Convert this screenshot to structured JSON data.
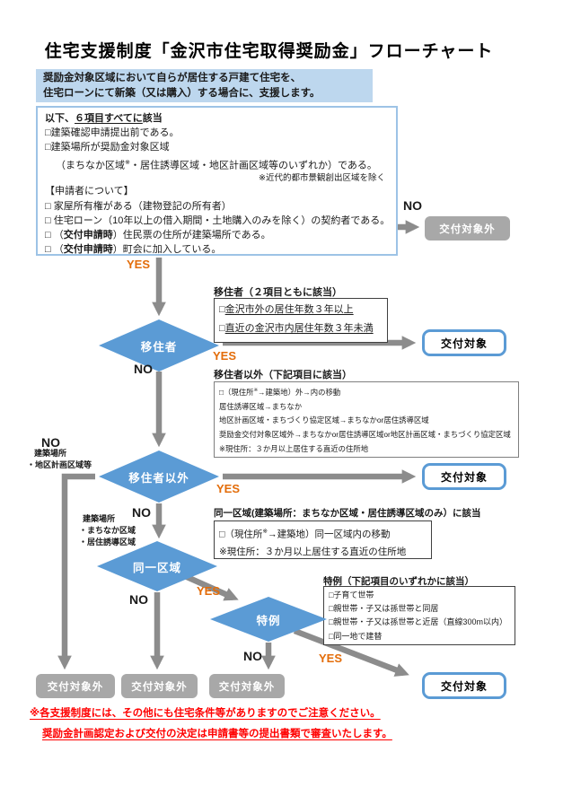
{
  "title": "住宅支援制度「金沢市住宅取得奨励金」フローチャート",
  "intro": {
    "line1": "奨励金対象区域において自らが居住する戸建て住宅を、",
    "line2": "住宅ローンにて新築（又は購入）する場合に、支援します。"
  },
  "checklist": {
    "heading": {
      "pre": "以下、",
      "underline": "６項目すべてに",
      "post": "該当"
    },
    "items": [
      "□建築確認申請提出前である。",
      "□建築場所が奨励金対象区域",
      "□ 家屋所有権がある（建物登記の所有者）",
      "□ 住宅ローン（10年以上の借入期間・土地購入のみを除く）の契約者である。"
    ],
    "item_sub": {
      "pre": "（まちなか区域",
      "sup": "※",
      "post": "・居住誘導区域・地区計画区域等のいずれか）である。"
    },
    "note": "※近代的都市景観創出区域を除く",
    "applicant_heading": "【申請者について】",
    "apply_items": [
      {
        "pre": "□ （",
        "bold": "交付申請時",
        "post": "）住民票の住所が建築場所である。"
      },
      {
        "pre": "□ （",
        "bold": "交付申請時",
        "post": "）町会に加入している。"
      }
    ]
  },
  "labels": {
    "yes": "YES",
    "no": "NO"
  },
  "decisions": {
    "ijusha": "移住者",
    "ijusha_igai": "移住者以外",
    "doitsu_kuiki": "同一区域",
    "tokurei": "特例"
  },
  "results": {
    "eligible": "交付対象",
    "not_eligible": "交付対象外"
  },
  "ijusha_box": {
    "heading": "移住者（２項目ともに該当）",
    "items": [
      {
        "pre": "□",
        "u": "金沢市外の居住年数３年以上"
      },
      {
        "pre": "□",
        "u": "直近の金沢市内居住年数３年未満"
      }
    ]
  },
  "ijusha_igai_box": {
    "heading": "移住者以外（下記項目に該当）",
    "line1": {
      "pre": "□（現住所",
      "sup": "※",
      "post": "→建築地）外→内の移動"
    },
    "line2": "居住誘導区域→まちなか",
    "line3": "地区計画区域・まちづくり協定区域→まちなかor居住誘導区域",
    "line4": "奨励金交付対象区域外→まちなかor居住誘導区域or地区計画区域・まちづくり協定区域",
    "line5": "※現住所：３か月以上居住する直近の住所地"
  },
  "doitsu_box": {
    "heading": "同一区域(建築場所：まちなか区域・居住誘導区域のみ）に該当",
    "line1": {
      "pre": "□（現住所",
      "sup": "※",
      "post": "→建築地）同一区域内の移動"
    },
    "line2": "※現住所：３か月以上居住する直近の住所地"
  },
  "tokurei_box": {
    "heading": "特例（下記項目のいずれかに該当）",
    "items": [
      "□子育て世帯",
      "□親世帯・子又は孫世帯と同居",
      "□親世帯・子又は孫世帯と近居（直線300m以内）",
      "□同一地で建替"
    ]
  },
  "branch_notes": {
    "chiku": {
      "line1": "建築場所",
      "line2": "・地区計画区域等"
    },
    "machinaka": {
      "line1": "建築場所",
      "line2": "・まちなか区域",
      "line3": "・居住誘導区域"
    }
  },
  "footer": {
    "note1": "※各支援制度には、その他にも住宅条件等がありますのでご注意ください。",
    "note2": "奨励金計画認定および交付の決定は申請書等の提出書類で審査いたします。"
  },
  "colors": {
    "accent_blue": "#5B9BD5",
    "light_blue_bg": "#BDD7EE",
    "box_border_blue": "#9DC3E6",
    "arrow_gray": "#8C8C8C",
    "gray_box": "#A8A8A8",
    "yes_orange": "#E36C09",
    "note_red": "#FF0000"
  }
}
